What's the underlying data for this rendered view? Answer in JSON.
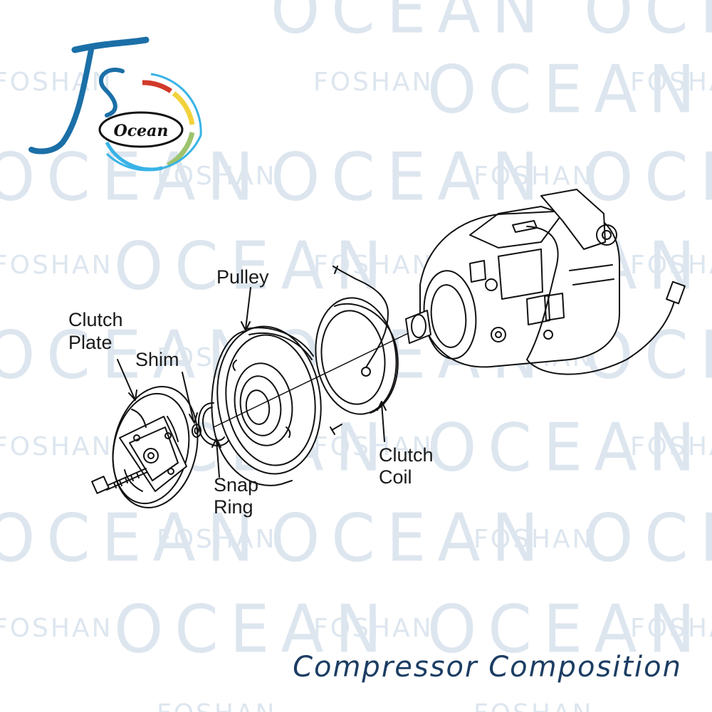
{
  "watermark": {
    "big": "OCEAN",
    "small": "FOSHAN"
  },
  "logo": {
    "text": "Ocean",
    "colors": {
      "blue": "#1b6fa7",
      "red": "#d23a2a",
      "yellow": "#f1d23b",
      "green": "#9ec36e",
      "cyan": "#39b3e6"
    }
  },
  "labels": {
    "pulley": "Pulley",
    "clutch_plate": [
      "Clutch",
      "Plate"
    ],
    "shim": "Shim",
    "snap_ring": [
      "Snap",
      "Ring"
    ],
    "clutch_coil": [
      "Clutch",
      "Coil"
    ]
  },
  "caption": "Compressor Composition"
}
